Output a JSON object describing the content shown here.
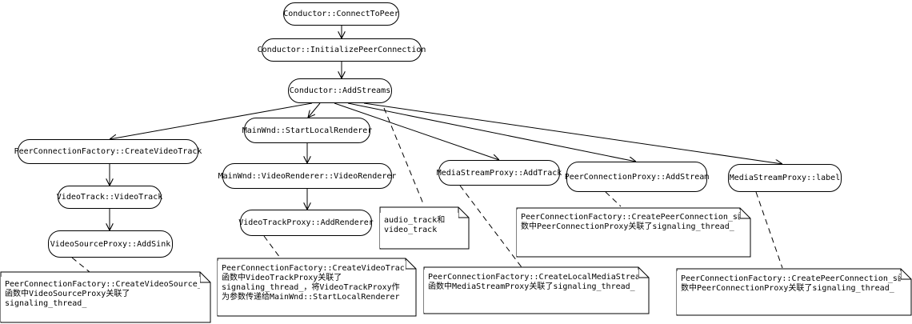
{
  "nodes": {
    "connect": "Conductor::ConnectToPeer",
    "init": "Conductor::InitializePeerConnection",
    "addstreams": "Conductor::AddStreams",
    "pcf_video": "PeerConnectionFactory::CreateVideoTrack",
    "videotrack": "VideoTrack::VideoTrack",
    "sourceproxy": "VideoSourceProxy::AddSink",
    "mainwnd_start": "MainWnd::StartLocalRenderer",
    "mainwnd_vr": "MainWnd::VideoRenderer::VideoRenderer",
    "trackproxy": "VideoTrackProxy::AddRenderer",
    "msp_addtrack": "MediaStreamProxy::AddTrack",
    "pcp_addstream": "PeerConnectionProxy::AddStream",
    "msp_label": "MediaStreamProxy::label"
  },
  "notes": {
    "audio_video": "audio_track和\nvideo_track",
    "pc_factory_1": "PeerConnectionFactory::CreatePeerConnection_s函\n数中PeerConnectionProxy关联了signaling_thread_",
    "video_source": "PeerConnectionFactory::CreateVideoSource_s\n函数中VideoSourceProxy关联了\nsignaling_thread_",
    "video_track": "PeerConnectionFactory::CreateVideoTrack\n函数中VideoTrackProxy关联了\nsignaling_thread_，将VideoTrackProxy作\n为参数传递给MainWnd::StartLocalRenderer",
    "media_stream": "PeerConnectionFactory::CreateLocalMediaStream\n函数中MediaStreamProxy关联了signaling_thread_",
    "pc_factory_2": "PeerConnectionFactory::CreatePeerConnection_s函\n数中PeerConnectionProxy关联了signaling_thread_"
  }
}
